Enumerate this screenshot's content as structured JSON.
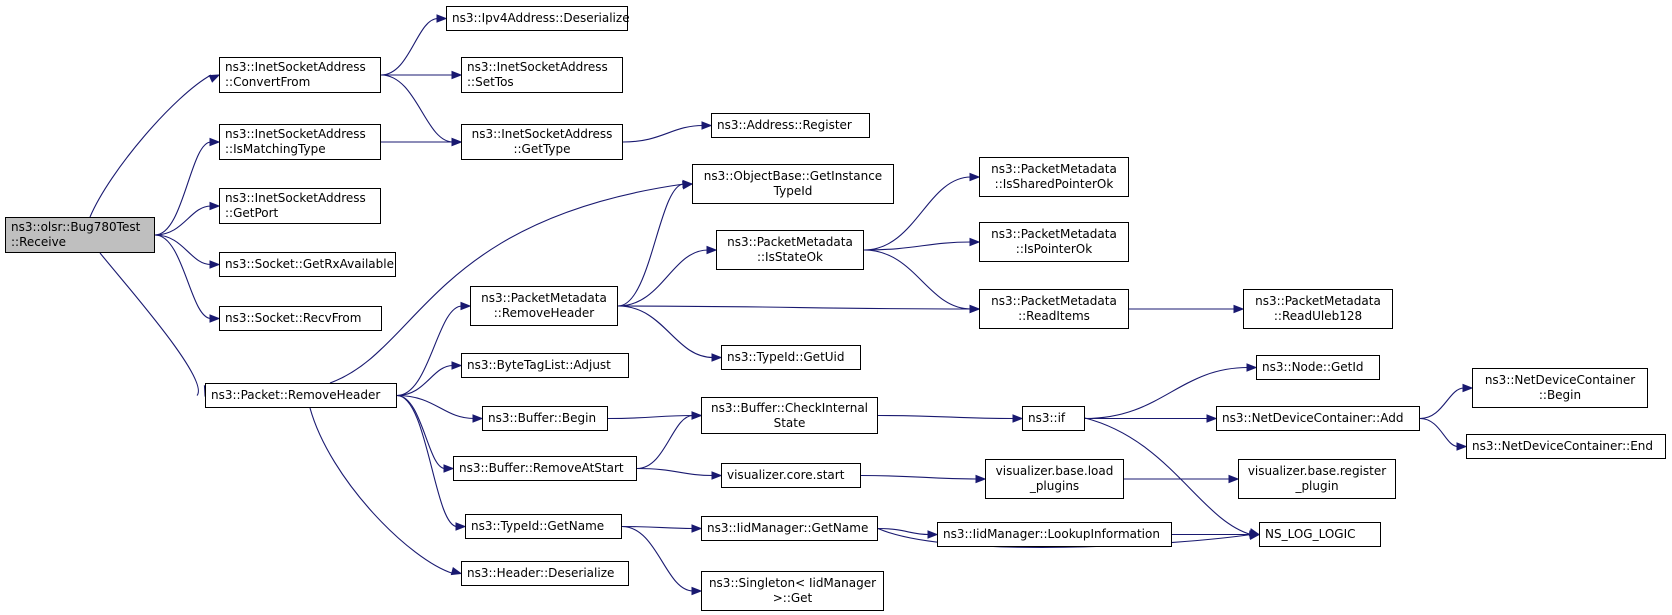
{
  "colors": {
    "edge": "#191970",
    "root_fill": "#bfbfbf",
    "node_fill": "#ffffff",
    "node_border": "#000000"
  },
  "nodes": {
    "root": [
      "ns3::olsr::Bug780Test",
      "::Receive"
    ],
    "inet_convert_from": [
      "ns3::InetSocketAddress",
      "::ConvertFrom"
    ],
    "inet_is_matching_type": [
      "ns3::InetSocketAddress",
      "::IsMatchingType"
    ],
    "inet_get_port": [
      "ns3::InetSocketAddress",
      "::GetPort"
    ],
    "socket_get_rx_available": [
      "ns3::Socket::GetRxAvailable"
    ],
    "socket_recv_from": [
      "ns3::Socket::RecvFrom"
    ],
    "packet_remove_header": [
      "ns3::Packet::RemoveHeader"
    ],
    "ipv4_deserialize": [
      "ns3::Ipv4Address::Deserialize"
    ],
    "inet_set_tos": [
      "ns3::InetSocketAddress",
      "::SetTos"
    ],
    "inet_get_type": [
      "ns3::InetSocketAddress",
      "::GetType"
    ],
    "address_register": [
      "ns3::Address::Register"
    ],
    "objectbase_get_instance_typeid": [
      "ns3::ObjectBase::GetInstance",
      "TypeId"
    ],
    "pm_remove_header": [
      "ns3::PacketMetadata",
      "::RemoveHeader"
    ],
    "pm_is_state_ok": [
      "ns3::PacketMetadata",
      "::IsStateOk"
    ],
    "pm_is_shared_pointer_ok": [
      "ns3::PacketMetadata",
      "::IsSharedPointerOk"
    ],
    "pm_is_pointer_ok": [
      "ns3::PacketMetadata",
      "::IsPointerOk"
    ],
    "pm_read_items": [
      "ns3::PacketMetadata",
      "::ReadItems"
    ],
    "pm_read_uleb128": [
      "ns3::PacketMetadata",
      "::ReadUleb128"
    ],
    "typeid_get_uid": [
      "ns3::TypeId::GetUid"
    ],
    "bytetaglist_adjust": [
      "ns3::ByteTagList::Adjust"
    ],
    "buffer_begin": [
      "ns3::Buffer::Begin"
    ],
    "buffer_check_internal_state": [
      "ns3::Buffer::CheckInternal",
      "State"
    ],
    "buffer_remove_at_start": [
      "ns3::Buffer::RemoveAtStart"
    ],
    "ns3_if": [
      "ns3::if"
    ],
    "node_get_id": [
      "ns3::Node::GetId"
    ],
    "ndc_add": [
      "ns3::NetDeviceContainer::Add"
    ],
    "ndc_begin": [
      "ns3::NetDeviceContainer",
      "::Begin"
    ],
    "ndc_end": [
      "ns3::NetDeviceContainer::End"
    ],
    "vis_core_start": [
      "visualizer.core.start"
    ],
    "vis_base_load_plugins": [
      "visualizer.base.load",
      "_plugins"
    ],
    "vis_base_register_plugin": [
      "visualizer.base.register",
      "_plugin"
    ],
    "typeid_get_name": [
      "ns3::TypeId::GetName"
    ],
    "iidmanager_get_name": [
      "ns3::IidManager::GetName"
    ],
    "iidmanager_lookup_information": [
      "ns3::IidManager::LookupInformation"
    ],
    "ns_log_logic": [
      "NS_LOG_LOGIC"
    ],
    "singleton_get": [
      "ns3::Singleton< IidManager",
      ">::Get"
    ],
    "header_deserialize": [
      "ns3::Header::Deserialize"
    ]
  },
  "edges": [
    [
      "root",
      "inet_convert_from"
    ],
    [
      "root",
      "inet_is_matching_type"
    ],
    [
      "root",
      "inet_get_port"
    ],
    [
      "root",
      "socket_get_rx_available"
    ],
    [
      "root",
      "socket_recv_from"
    ],
    [
      "root",
      "packet_remove_header"
    ],
    [
      "inet_convert_from",
      "ipv4_deserialize"
    ],
    [
      "inet_convert_from",
      "inet_set_tos"
    ],
    [
      "inet_convert_from",
      "inet_get_type"
    ],
    [
      "inet_is_matching_type",
      "inet_get_type"
    ],
    [
      "inet_get_type",
      "address_register"
    ],
    [
      "packet_remove_header",
      "objectbase_get_instance_typeid"
    ],
    [
      "packet_remove_header",
      "pm_remove_header"
    ],
    [
      "packet_remove_header",
      "bytetaglist_adjust"
    ],
    [
      "packet_remove_header",
      "buffer_begin"
    ],
    [
      "packet_remove_header",
      "buffer_remove_at_start"
    ],
    [
      "packet_remove_header",
      "typeid_get_name"
    ],
    [
      "packet_remove_header",
      "header_deserialize"
    ],
    [
      "pm_remove_header",
      "objectbase_get_instance_typeid"
    ],
    [
      "pm_remove_header",
      "pm_is_state_ok"
    ],
    [
      "pm_remove_header",
      "pm_read_items"
    ],
    [
      "pm_remove_header",
      "typeid_get_uid"
    ],
    [
      "pm_is_state_ok",
      "pm_is_shared_pointer_ok"
    ],
    [
      "pm_is_state_ok",
      "pm_is_pointer_ok"
    ],
    [
      "pm_is_state_ok",
      "pm_read_items"
    ],
    [
      "pm_read_items",
      "pm_read_uleb128"
    ],
    [
      "buffer_begin",
      "buffer_check_internal_state"
    ],
    [
      "buffer_remove_at_start",
      "buffer_check_internal_state"
    ],
    [
      "buffer_remove_at_start",
      "vis_core_start"
    ],
    [
      "buffer_check_internal_state",
      "ns3_if"
    ],
    [
      "ns3_if",
      "node_get_id"
    ],
    [
      "ns3_if",
      "ndc_add"
    ],
    [
      "ns3_if",
      "ns_log_logic"
    ],
    [
      "ndc_add",
      "ndc_begin"
    ],
    [
      "ndc_add",
      "ndc_end"
    ],
    [
      "vis_core_start",
      "vis_base_load_plugins"
    ],
    [
      "vis_base_load_plugins",
      "vis_base_register_plugin"
    ],
    [
      "typeid_get_name",
      "iidmanager_get_name"
    ],
    [
      "typeid_get_name",
      "singleton_get"
    ],
    [
      "iidmanager_get_name",
      "iidmanager_lookup_information"
    ],
    [
      "iidmanager_get_name",
      "ns_log_logic"
    ],
    [
      "iidmanager_lookup_information",
      "ns_log_logic"
    ]
  ]
}
